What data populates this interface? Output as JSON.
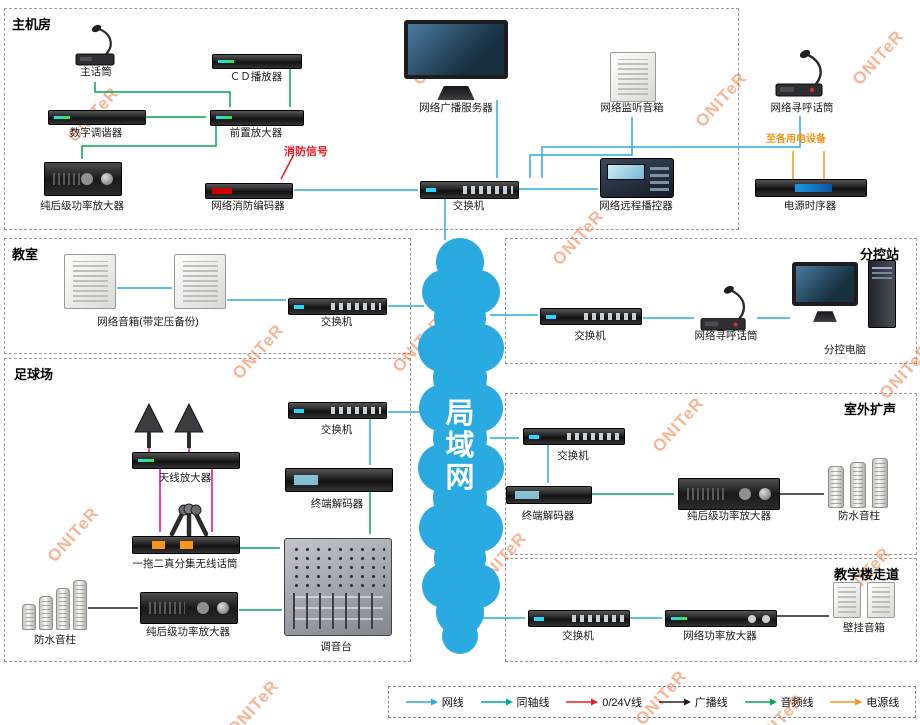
{
  "watermark": {
    "text": "ONITeR"
  },
  "cloud": {
    "label": "局域网",
    "color": "#29abe2"
  },
  "annotations": {
    "fire_signal": "消防信号",
    "to_powered_devices": "至各用电设备"
  },
  "zones": {
    "main_room": {
      "title": "主机房",
      "devices": {
        "main_mic": "主话筒",
        "cd_player": "ＣＤ播放器",
        "tuner": "数字调谐器",
        "preamp": "前置放大器",
        "power_amp": "纯后级功率放大器",
        "fire_encoder": "网络消防编码器",
        "server": "网络广播服务器",
        "switch": "交换机",
        "monitor_speaker": "网络监听音箱",
        "remote_controller": "网络远程播控器",
        "paging_mic": "网络寻呼话筒",
        "power_sequencer": "电源时序器"
      }
    },
    "classroom": {
      "title": "教室",
      "devices": {
        "speakers": "网络音箱(带定压备份)",
        "switch": "交换机"
      }
    },
    "substation": {
      "title": "分控站",
      "devices": {
        "switch": "交换机",
        "paging_mic": "网络寻呼话筒",
        "pc": "分控电脑"
      }
    },
    "football": {
      "title": "足球场",
      "devices": {
        "antenna_amp": "天线放大器",
        "switch": "交换机",
        "decoder": "终端解码器",
        "wireless_mic": "一拖二真分集无线话筒",
        "power_amp": "纯后级功率放大器",
        "mixer": "调音台",
        "columns": "防水音柱"
      }
    },
    "outdoor": {
      "title": "室外扩声",
      "devices": {
        "switch": "交换机",
        "decoder": "终端解码器",
        "power_amp": "纯后级功率放大器",
        "columns": "防水音柱"
      }
    },
    "corridor": {
      "title": "教学楼走道",
      "devices": {
        "switch": "交换机",
        "net_amp": "网络功率放大器",
        "wall_speakers": "壁挂音箱"
      }
    }
  },
  "legend": {
    "items": [
      {
        "label": "网线",
        "color": "#29abe2"
      },
      {
        "label": "同轴线",
        "color": "#00a99d"
      },
      {
        "label": "0/24V线",
        "color": "#ed1c24"
      },
      {
        "label": "广播线",
        "color": "#231f20"
      },
      {
        "label": "音频线",
        "color": "#00a651"
      },
      {
        "label": "电源线",
        "color": "#f7941d"
      }
    ]
  }
}
